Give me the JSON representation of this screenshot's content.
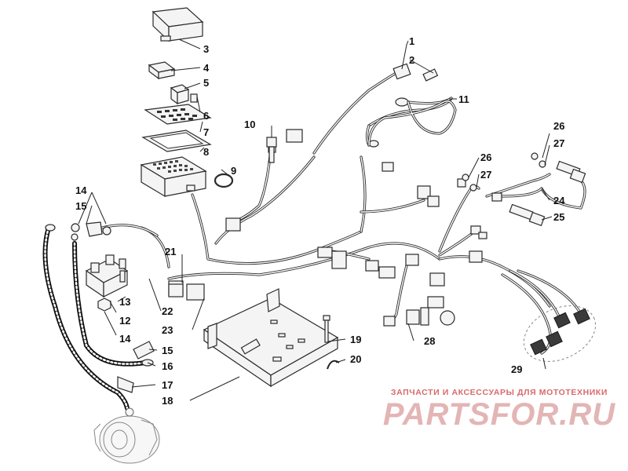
{
  "callouts": [
    "1",
    "2",
    "3",
    "4",
    "5",
    "6",
    "7",
    "8",
    "9",
    "10",
    "11",
    "12",
    "13",
    "14",
    "15",
    "16",
    "17",
    "18",
    "19",
    "20",
    "21",
    "22",
    "23",
    "24",
    "25",
    "26",
    "27",
    "28",
    "29"
  ],
  "callouts_extra": {
    "c14b": "14",
    "c15b": "15",
    "c26b": "26",
    "c27b": "27"
  },
  "watermark": {
    "caption": "ЗАПЧАСТИ И АКСЕССУАРЫ ДЛЯ МОТОТЕХНИКИ",
    "logo": "PARTSFOR.RU"
  }
}
